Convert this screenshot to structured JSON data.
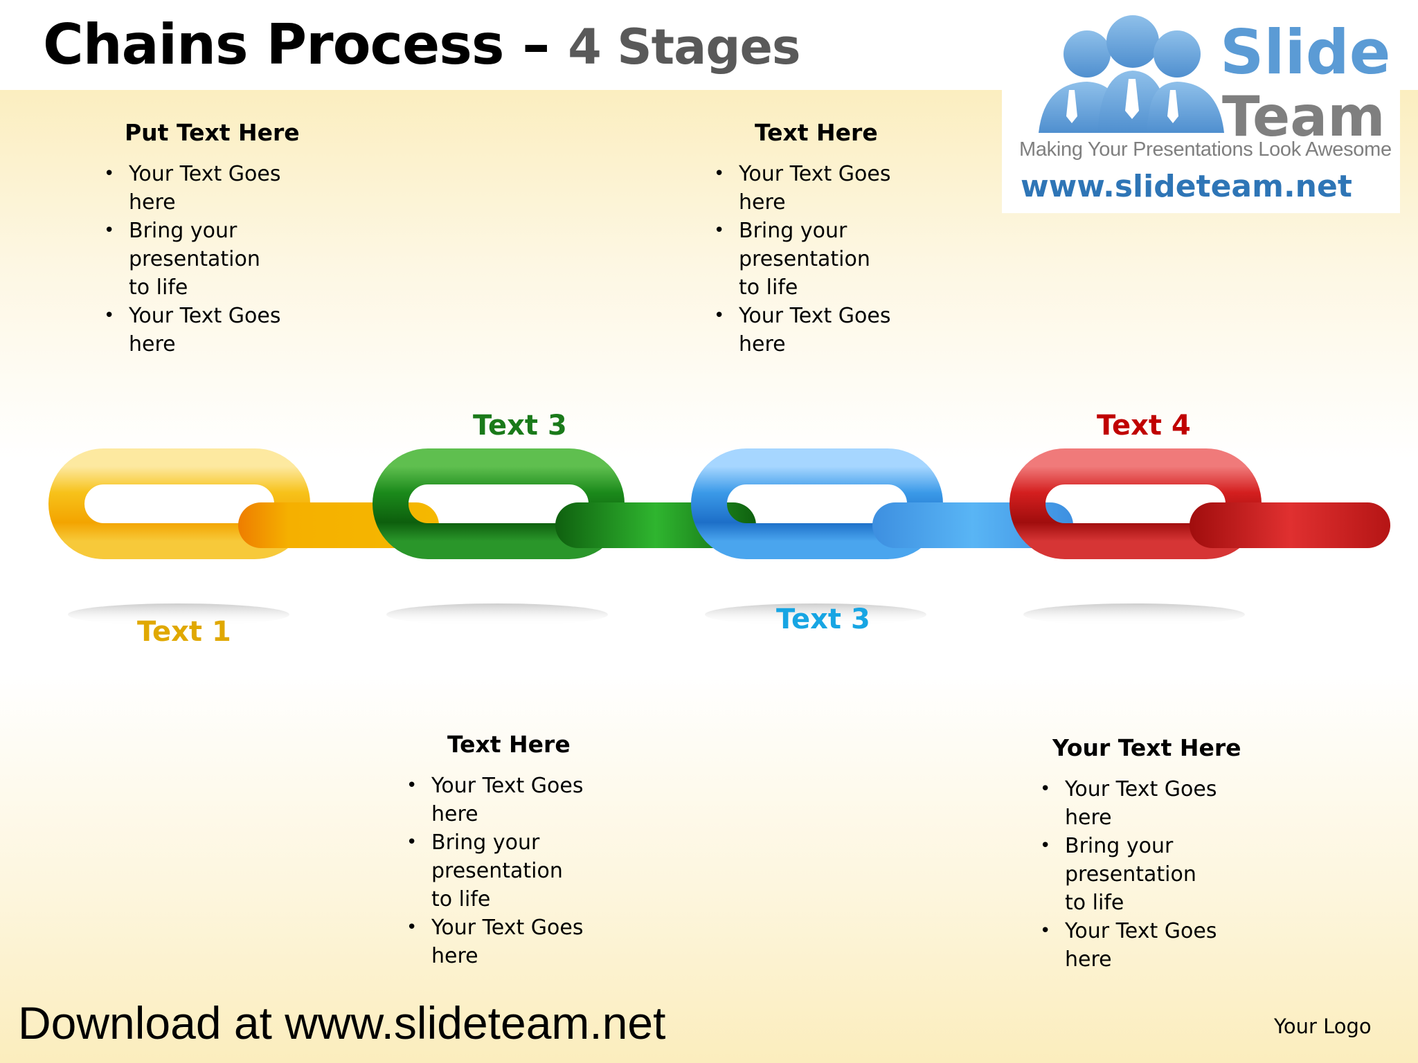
{
  "title": {
    "main": "Chains Process",
    "dash": " – ",
    "sub": "4 Stages"
  },
  "logo": {
    "slide": "Slide",
    "team": "Team",
    "tagline": "Making Your Presentations Look Awesome",
    "url": "www.slideteam.net"
  },
  "text_blocks": [
    {
      "heading": "Put Text Here",
      "bullets": [
        "Your Text Goes here",
        "Bring your presentation to life",
        "Your Text Goes here"
      ]
    },
    {
      "heading": "Text Here",
      "bullets": [
        "Your Text Goes here",
        "Bring your presentation to life",
        "Your Text Goes here"
      ]
    },
    {
      "heading": "Text Here",
      "bullets": [
        "Your Text Goes here",
        "Bring your presentation to life",
        "Your Text Goes here"
      ]
    },
    {
      "heading": "Your Text Here",
      "bullets": [
        "Your Text Goes here",
        "Bring your presentation to life",
        "Your Text Goes here"
      ]
    }
  ],
  "chain_labels": [
    {
      "text": "Text 1",
      "color": "#e0a800"
    },
    {
      "text": "Text 3",
      "color": "#1a7a1a"
    },
    {
      "text": "Text 3",
      "color": "#17a5e3"
    },
    {
      "text": "Text 4",
      "color": "#c00000"
    }
  ],
  "chain_colors": {
    "yellow": "#f5b800",
    "green": "#1f8f1f",
    "blue": "#2f8fe0",
    "red": "#d01818"
  },
  "footer": "Download at www.slideteam.net",
  "your_logo": "Your Logo"
}
